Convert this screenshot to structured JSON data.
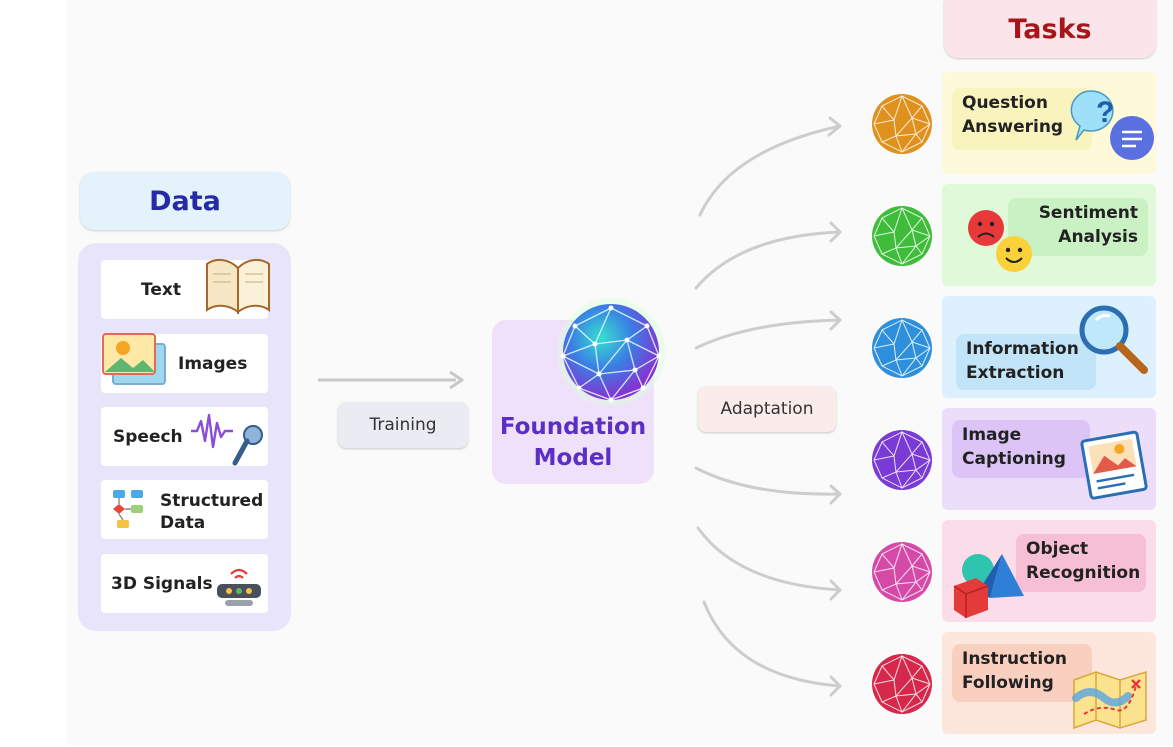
{
  "data_section": {
    "title": "Data",
    "items": [
      {
        "label": "Text",
        "icon": "open-book-icon"
      },
      {
        "label": "Images",
        "icon": "photos-icon"
      },
      {
        "label": "Speech",
        "icon": "microphone-wave-icon"
      },
      {
        "label": "Structured\nData",
        "icon": "flowchart-icon"
      },
      {
        "label": "3D Signals",
        "icon": "sensor-icon"
      }
    ]
  },
  "training": {
    "label": "Training"
  },
  "foundation_model": {
    "label": "Foundation\nModel",
    "icon": "neural-sphere-icon"
  },
  "adaptation": {
    "label": "Adaptation"
  },
  "tasks_section": {
    "title": "Tasks",
    "items": [
      {
        "label": "Question\nAnswering",
        "icon": "question-chat-icon",
        "panel_color": "#fdf9d9",
        "label_color": "#f9f3be",
        "sphere_color": "#e0901c"
      },
      {
        "label": "Sentiment\nAnalysis",
        "icon": "emoji-faces-icon",
        "panel_color": "#e0f9d9",
        "label_color": "#c9f1c3",
        "sphere_color": "#3fbd3a"
      },
      {
        "label": "Information\nExtraction",
        "icon": "magnifier-icon",
        "panel_color": "#dcf1fd",
        "label_color": "#c2e4f8",
        "sphere_color": "#2e8fdc"
      },
      {
        "label": "Image\nCaptioning",
        "icon": "picture-card-icon",
        "panel_color": "#ecddfb",
        "label_color": "#ddc4f6",
        "sphere_color": "#7a3ad6"
      },
      {
        "label": "Object\nRecognition",
        "icon": "3d-shapes-icon",
        "panel_color": "#fbdde9",
        "label_color": "#f6bfd3",
        "sphere_color": "#d64aa7"
      },
      {
        "label": "Instruction\nFollowing",
        "icon": "treasure-map-icon",
        "panel_color": "#fde6dc",
        "label_color": "#f9cfc0",
        "sphere_color": "#d6284a"
      }
    ]
  },
  "colors": {
    "data_title": "#262aa6",
    "tasks_title": "#a51519",
    "foundation_model_text": "#5b2fc6",
    "arrow": "#c8c8c8"
  }
}
